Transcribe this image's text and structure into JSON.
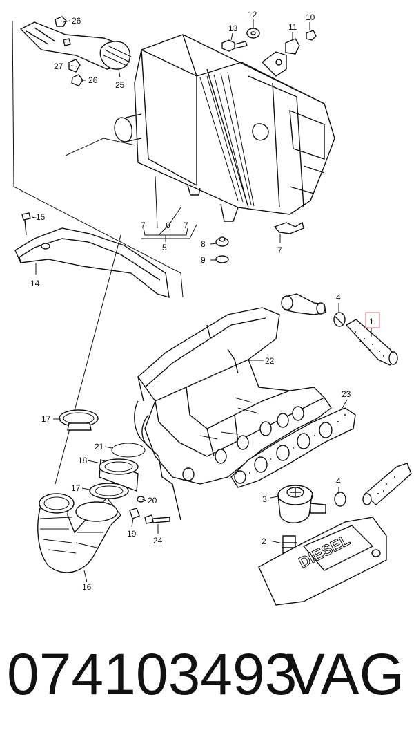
{
  "labels": {
    "l1": "1",
    "l2": "2",
    "l3": "3",
    "l4a": "4",
    "l4b": "4",
    "l5": "5",
    "l6": "6",
    "l7a": "7",
    "l7b": "7",
    "l7c": "7",
    "l8": "8",
    "l9": "9",
    "l10": "10",
    "l11": "11",
    "l12": "12",
    "l13": "13",
    "l14": "14",
    "l15": "15",
    "l16": "16",
    "l17a": "17",
    "l17b": "17",
    "l18": "18",
    "l19": "19",
    "l20": "20",
    "l21": "21",
    "l22": "22",
    "l23": "23",
    "l24": "24",
    "l25": "25",
    "l26a": "26",
    "l26b": "26",
    "l27": "27"
  },
  "cover_text": "DIESEL",
  "highlight_color": "#e8a0a8",
  "footer": {
    "part_number": "074103493",
    "brand": "VAG"
  }
}
